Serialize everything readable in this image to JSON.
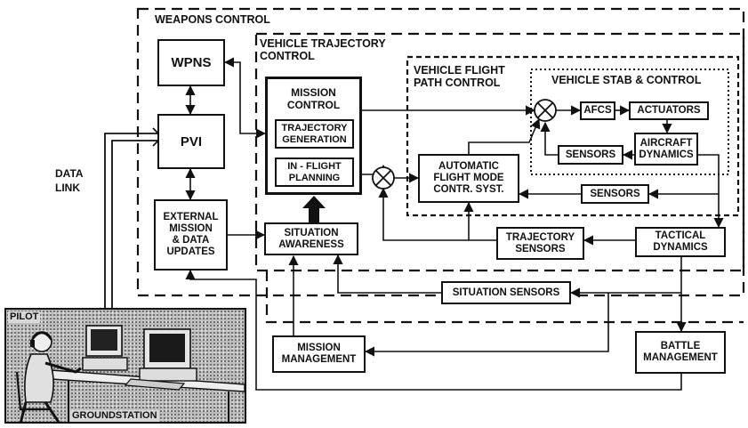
{
  "regions": {
    "weapons_control": "WEAPONS CONTROL",
    "vehicle_trajectory_control": "VEHICLE TRAJECTORY\nCONTROL",
    "vehicle_flight_path_control": "VEHICLE FLIGHT\nPATH CONTROL",
    "vehicle_stab_control": "VEHICLE STAB & CONTROL"
  },
  "blocks": {
    "wpns": "WPNS",
    "pvi": "PVI",
    "external_mission": "EXTERNAL\nMISSION\n& DATA\nUPDATES",
    "mission_control": "MISSION\nCONTROL",
    "trajectory_generation": "TRAJECTORY\nGENERATION",
    "inflight_planning": "IN - FLIGHT\nPLANNING",
    "situation_awareness": "SITUATION\nAWARENESS",
    "automatic_fmcs": "AUTOMATIC\nFLIGHT MODE\nCONTR. SYST.",
    "afcs": "AFCS",
    "actuators": "ACTUATORS",
    "sensors_inner": "SENSORS",
    "aircraft_dynamics": "AIRCRAFT\nDYNAMICS",
    "sensors_outer": "SENSORS",
    "trajectory_sensors": "TRAJECTORY\nSENSORS",
    "tactical_dynamics": "TACTICAL\nDYNAMICS",
    "situation_sensors": "SITUATION SENSORS",
    "mission_management": "MISSION\nMANAGEMENT",
    "battle_management": "BATTLE\nMANAGEMENT"
  },
  "labels": {
    "data_link": "DATA\nLINK",
    "pilot": "PILOT",
    "groundstation": "GROUNDSTATION"
  }
}
